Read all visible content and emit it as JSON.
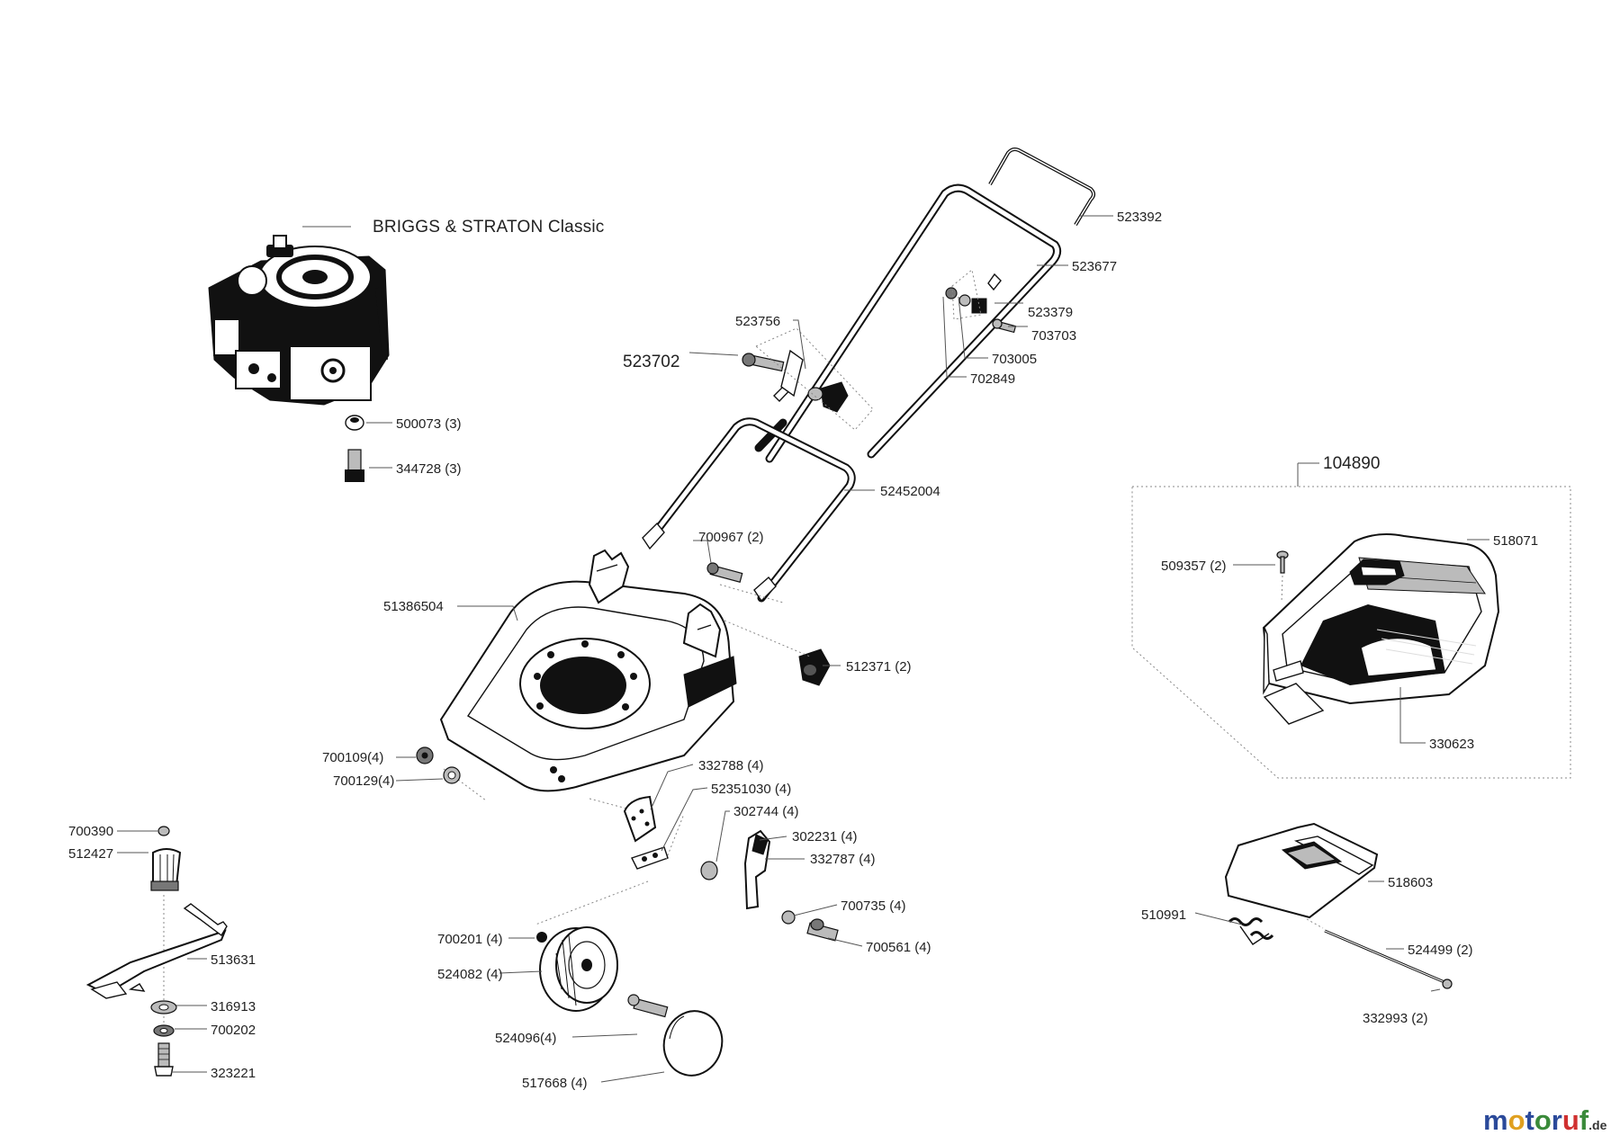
{
  "engine_title": "BRIGGS & STRATON  Classic",
  "watermark": {
    "letters": [
      "m",
      "o",
      "t",
      "o",
      "r",
      "u",
      "f"
    ],
    "letter_colors": [
      "#2b4a9a",
      "#e0a020",
      "#2b4a9a",
      "#3a8a3a",
      "#2b4a9a",
      "#d03030",
      "#3a8a3a"
    ],
    "suffix": ".de"
  },
  "parts": {
    "p523392": "523392",
    "p523677": "523677",
    "p523379": "523379",
    "p703703": "703703",
    "p523756": "523756",
    "p523702": "523702",
    "p703005": "703005",
    "p702849": "702849",
    "p500073": "500073 (3)",
    "p344728": "344728 (3)",
    "p52452004": "52452004",
    "p700967": "700967 (2)",
    "p51386504": "51386504",
    "p512371": "512371 (2)",
    "p700109": "700109(4)",
    "p700129": "700129(4)",
    "p332788": "332788 (4)",
    "p52351030": "52351030 (4)",
    "p302744": "302744 (4)",
    "p302231": "302231 (4)",
    "p332787": "332787 (4)",
    "p700735": "700735 (4)",
    "p700561": "700561 (4)",
    "p700201": "700201 (4)",
    "p524082": "524082 (4)",
    "p524096": "524096(4)",
    "p517668": "517668 (4)",
    "p700390": "700390",
    "p512427": "512427",
    "p513631": "513631",
    "p316913": "316913",
    "p700202": "700202",
    "p323221": "323221",
    "p104890": "104890",
    "p518071": "518071",
    "p509357": "509357 (2)",
    "p330623": "330623",
    "p518603": "518603",
    "p510991": "510991",
    "p524499": "524499 (2)",
    "p332993": "332993 (2)"
  }
}
